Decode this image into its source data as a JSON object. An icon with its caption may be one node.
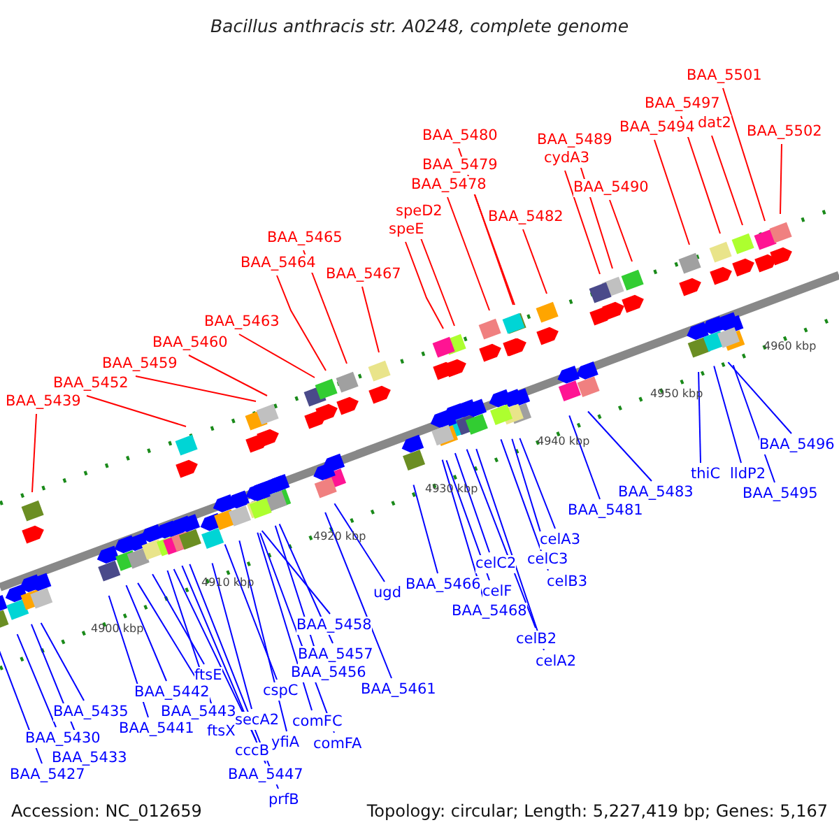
{
  "diagram": {
    "title": "Bacillus anthracis str. A0248, complete genome",
    "nodes": [
      {
        "text": [
          "BAA_5439"
        ]
      },
      {
        "text": [
          "BAA_5452"
        ]
      },
      {
        "text": [
          "BAA_5459"
        ]
      },
      {
        "text": [
          "BAA_5460"
        ]
      },
      {
        "text": [
          "BAA_5463"
        ]
      },
      {
        "text": [
          "BAA_5464"
        ]
      },
      {
        "text": [
          "BAA_5465"
        ]
      },
      {
        "text": [
          "BAA_5467"
        ]
      },
      {
        "text": [
          "speD2"
        ]
      },
      {
        "text": [
          "speE"
        ]
      },
      {
        "text": [
          "BAA_5478"
        ]
      },
      {
        "text": [
          "BAA_5479"
        ]
      },
      {
        "text": [
          "BAA_5480"
        ]
      },
      {
        "text": [
          "BAA_5482"
        ]
      },
      {
        "text": [
          "BAA_5489"
        ]
      },
      {
        "text": [
          "cydA3"
        ]
      },
      {
        "text": [
          "BAA_5490"
        ]
      },
      {
        "text": [
          "BAA_5494"
        ]
      },
      {
        "text": [
          "BAA_5497"
        ]
      },
      {
        "text": [
          "dat2"
        ]
      },
      {
        "text": [
          "BAA_5501"
        ]
      },
      {
        "text": [
          "BAA_5502"
        ]
      },
      {
        "text": [
          "BAA_5427"
        ]
      },
      {
        "text": [
          "BAA_5430"
        ]
      },
      {
        "text": [
          "BAA_5433"
        ]
      },
      {
        "text": [
          "BAA_5435"
        ]
      },
      {
        "text": [
          "BAA_5441"
        ]
      },
      {
        "text": [
          "BAA_5442"
        ]
      },
      {
        "text": [
          "BAA_5443"
        ]
      },
      {
        "text": [
          "ftsE"
        ]
      },
      {
        "text": [
          "ftsX"
        ]
      },
      {
        "text": [
          "cccB"
        ]
      },
      {
        "text": [
          "BAA_5447"
        ]
      },
      {
        "text": [
          "prfB"
        ]
      },
      {
        "text": [
          "secA2"
        ]
      },
      {
        "text": [
          "cspC"
        ]
      },
      {
        "text": [
          "yfiA"
        ]
      },
      {
        "text": [
          "BAA_5458"
        ]
      },
      {
        "text": [
          "BAA_5457"
        ]
      },
      {
        "text": [
          "BAA_5456"
        ]
      },
      {
        "text": [
          "comFC"
        ]
      },
      {
        "text": [
          "comFA"
        ]
      },
      {
        "text": [
          "ugd"
        ]
      },
      {
        "text": [
          "BAA_5461"
        ]
      },
      {
        "text": [
          "BAA_5466"
        ]
      },
      {
        "text": [
          "celC2"
        ]
      },
      {
        "text": [
          "celF"
        ]
      },
      {
        "text": [
          "BAA_5468"
        ]
      },
      {
        "text": [
          "celB2"
        ]
      },
      {
        "text": [
          "celA2"
        ]
      },
      {
        "text": [
          "celA3"
        ]
      },
      {
        "text": [
          "celC3"
        ]
      },
      {
        "text": [
          "celB3"
        ]
      },
      {
        "text": [
          "BAA_5481"
        ]
      },
      {
        "text": [
          "BAA_5483"
        ]
      },
      {
        "text": [
          "thiC"
        ]
      },
      {
        "text": [
          "lldP2"
        ]
      },
      {
        "text": [
          "BAA_5495"
        ]
      },
      {
        "text": [
          "BAA_5496"
        ]
      }
    ],
    "edges": [
      {
        "from": 0,
        "to": null,
        "arrow": "none",
        "color": "#ff0000"
      },
      {
        "from": 1,
        "to": null,
        "arrow": "none",
        "color": "#ff0000"
      },
      {
        "from": 2,
        "to": null,
        "arrow": "none",
        "color": "#ff0000"
      },
      {
        "from": 3,
        "to": null,
        "arrow": "none",
        "color": "#ff0000"
      },
      {
        "from": 4,
        "to": null,
        "arrow": "none",
        "color": "#ff0000"
      },
      {
        "from": 5,
        "to": null,
        "arrow": "none",
        "color": "#ff0000"
      },
      {
        "from": 6,
        "to": null,
        "arrow": "none",
        "color": "#ff0000"
      },
      {
        "from": 7,
        "to": null,
        "arrow": "none",
        "color": "#ff0000"
      },
      {
        "from": 8,
        "to": null,
        "arrow": "none",
        "color": "#ff0000"
      },
      {
        "from": 9,
        "to": null,
        "arrow": "none",
        "color": "#ff0000"
      },
      {
        "from": 10,
        "to": null,
        "arrow": "none",
        "color": "#ff0000"
      },
      {
        "from": 11,
        "to": null,
        "arrow": "none",
        "color": "#ff0000"
      },
      {
        "from": 12,
        "to": null,
        "arrow": "none",
        "color": "#ff0000"
      },
      {
        "from": 13,
        "to": null,
        "arrow": "none",
        "color": "#ff0000"
      },
      {
        "from": 14,
        "to": null,
        "arrow": "none",
        "color": "#ff0000"
      },
      {
        "from": 15,
        "to": null,
        "arrow": "none",
        "color": "#ff0000"
      },
      {
        "from": 16,
        "to": null,
        "arrow": "none",
        "color": "#ff0000"
      },
      {
        "from": 17,
        "to": null,
        "arrow": "none",
        "color": "#ff0000"
      },
      {
        "from": 18,
        "to": null,
        "arrow": "none",
        "color": "#ff0000"
      },
      {
        "from": 19,
        "to": null,
        "arrow": "none",
        "color": "#ff0000"
      },
      {
        "from": 20,
        "to": null,
        "arrow": "none",
        "color": "#ff0000"
      },
      {
        "from": 21,
        "to": null,
        "arrow": "none",
        "color": "#ff0000"
      },
      {
        "from": 22,
        "to": null,
        "arrow": "none"
      },
      {
        "from": 23,
        "to": null,
        "arrow": "none"
      },
      {
        "from": 24,
        "to": null,
        "arrow": "none"
      },
      {
        "from": 25,
        "to": null,
        "arrow": "none"
      },
      {
        "from": 26,
        "to": null,
        "arrow": "none"
      },
      {
        "from": 27,
        "to": null,
        "arrow": "none"
      },
      {
        "from": 28,
        "to": null,
        "arrow": "none"
      },
      {
        "from": 29,
        "to": null,
        "arrow": "none"
      },
      {
        "from": 30,
        "to": null,
        "arrow": "none"
      },
      {
        "from": 31,
        "to": null,
        "arrow": "none"
      },
      {
        "from": 32,
        "to": null,
        "arrow": "none"
      },
      {
        "from": 33,
        "to": null,
        "arrow": "none"
      },
      {
        "from": 34,
        "to": null,
        "arrow": "none"
      },
      {
        "from": 35,
        "to": null,
        "arrow": "none"
      },
      {
        "from": 36,
        "to": null,
        "arrow": "none"
      },
      {
        "from": 37,
        "to": null,
        "arrow": "none"
      },
      {
        "from": 38,
        "to": null,
        "arrow": "none"
      },
      {
        "from": 39,
        "to": null,
        "arrow": "none"
      },
      {
        "from": 40,
        "to": null,
        "arrow": "none"
      },
      {
        "from": 41,
        "to": null,
        "arrow": "none"
      },
      {
        "from": 42,
        "to": null,
        "arrow": "none"
      },
      {
        "from": 43,
        "to": null,
        "arrow": "none"
      },
      {
        "from": 44,
        "to": null,
        "arrow": "none"
      },
      {
        "from": 45,
        "to": null,
        "arrow": "none"
      },
      {
        "from": 46,
        "to": null,
        "arrow": "none"
      },
      {
        "from": 47,
        "to": null,
        "arrow": "none"
      },
      {
        "from": 48,
        "to": null,
        "arrow": "none"
      },
      {
        "from": 49,
        "to": null,
        "arrow": "none"
      },
      {
        "from": 50,
        "to": null,
        "arrow": "none"
      },
      {
        "from": 51,
        "to": null,
        "arrow": "none"
      },
      {
        "from": 52,
        "to": null,
        "arrow": "none"
      },
      {
        "from": 53,
        "to": null,
        "arrow": "none"
      },
      {
        "from": 54,
        "to": null,
        "arrow": "none"
      },
      {
        "from": 55,
        "to": null,
        "arrow": "none"
      },
      {
        "from": 56,
        "to": null,
        "arrow": "none"
      },
      {
        "from": 57,
        "to": null,
        "arrow": "none"
      },
      {
        "from": 58,
        "to": null,
        "arrow": "none"
      }
    ],
    "labels": [
      "4900 kbp",
      "4910 kbp",
      "4920 kbp",
      "4930 kbp",
      "4940 kbp",
      "4950 kbp",
      "4960 kbp",
      "Accession: NC_012659",
      "Topology: circular; Length: 5,227,419 bp; Genes: 5,167"
    ]
  }
}
